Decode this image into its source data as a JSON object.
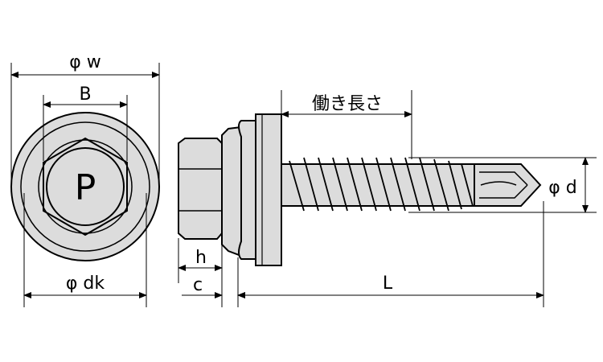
{
  "labels": {
    "phi_w": "φ w",
    "B": "B",
    "P": "P",
    "phi_dk": "φ dk",
    "h": "h",
    "c": "c",
    "L": "L",
    "working_length": "働き長さ",
    "phi_d": "φ d"
  },
  "colors": {
    "line": "#000000",
    "fill": "#dcdcdc",
    "background": "#ffffff"
  }
}
